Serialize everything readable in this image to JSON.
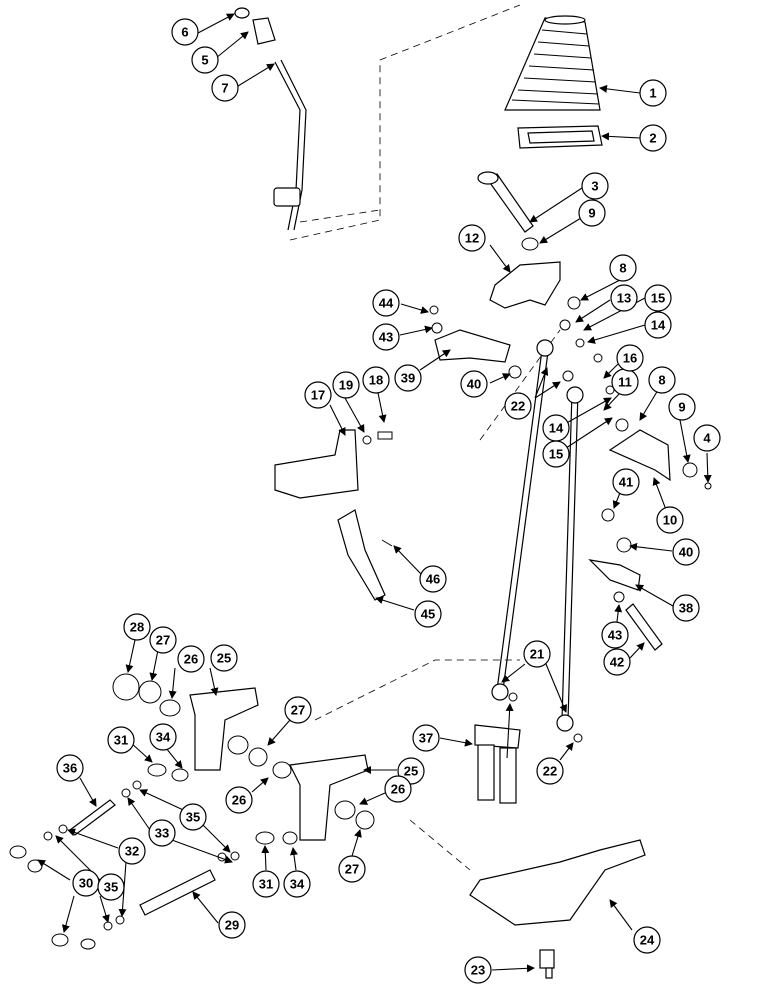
{
  "diagram": {
    "callouts": [
      {
        "id": "c1",
        "label": "1"
      },
      {
        "id": "c2",
        "label": "2"
      },
      {
        "id": "c3",
        "label": "3"
      },
      {
        "id": "c4",
        "label": "4"
      },
      {
        "id": "c5",
        "label": "5"
      },
      {
        "id": "c6",
        "label": "6"
      },
      {
        "id": "c7",
        "label": "7"
      },
      {
        "id": "c8a",
        "label": "8"
      },
      {
        "id": "c8b",
        "label": "8"
      },
      {
        "id": "c9a",
        "label": "9"
      },
      {
        "id": "c9b",
        "label": "9"
      },
      {
        "id": "c10",
        "label": "10"
      },
      {
        "id": "c11",
        "label": "11"
      },
      {
        "id": "c12",
        "label": "12"
      },
      {
        "id": "c13",
        "label": "13"
      },
      {
        "id": "c14a",
        "label": "14"
      },
      {
        "id": "c14b",
        "label": "14"
      },
      {
        "id": "c15a",
        "label": "15"
      },
      {
        "id": "c15b",
        "label": "15"
      },
      {
        "id": "c16",
        "label": "16"
      },
      {
        "id": "c17",
        "label": "17"
      },
      {
        "id": "c18",
        "label": "18"
      },
      {
        "id": "c19",
        "label": "19"
      },
      {
        "id": "c21",
        "label": "21"
      },
      {
        "id": "c22a",
        "label": "22"
      },
      {
        "id": "c22b",
        "label": "22"
      },
      {
        "id": "c23",
        "label": "23"
      },
      {
        "id": "c24",
        "label": "24"
      },
      {
        "id": "c25a",
        "label": "25"
      },
      {
        "id": "c25b",
        "label": "25"
      },
      {
        "id": "c26a",
        "label": "26"
      },
      {
        "id": "c26b",
        "label": "26"
      },
      {
        "id": "c26c",
        "label": "26"
      },
      {
        "id": "c27a",
        "label": "27"
      },
      {
        "id": "c27b",
        "label": "27"
      },
      {
        "id": "c27c",
        "label": "27"
      },
      {
        "id": "c28",
        "label": "28"
      },
      {
        "id": "c29",
        "label": "29"
      },
      {
        "id": "c30",
        "label": "30"
      },
      {
        "id": "c31a",
        "label": "31"
      },
      {
        "id": "c31b",
        "label": "31"
      },
      {
        "id": "c32",
        "label": "32"
      },
      {
        "id": "c33",
        "label": "33"
      },
      {
        "id": "c34a",
        "label": "34"
      },
      {
        "id": "c34b",
        "label": "34"
      },
      {
        "id": "c35a",
        "label": "35"
      },
      {
        "id": "c35b",
        "label": "35"
      },
      {
        "id": "c36",
        "label": "36"
      },
      {
        "id": "c37",
        "label": "37"
      },
      {
        "id": "c38",
        "label": "38"
      },
      {
        "id": "c39",
        "label": "39"
      },
      {
        "id": "c40a",
        "label": "40"
      },
      {
        "id": "c40b",
        "label": "40"
      },
      {
        "id": "c41",
        "label": "41"
      },
      {
        "id": "c42",
        "label": "42"
      },
      {
        "id": "c43a",
        "label": "43"
      },
      {
        "id": "c43b",
        "label": "43"
      },
      {
        "id": "c44",
        "label": "44"
      },
      {
        "id": "c45",
        "label": "45"
      },
      {
        "id": "c46",
        "label": "46"
      }
    ]
  }
}
